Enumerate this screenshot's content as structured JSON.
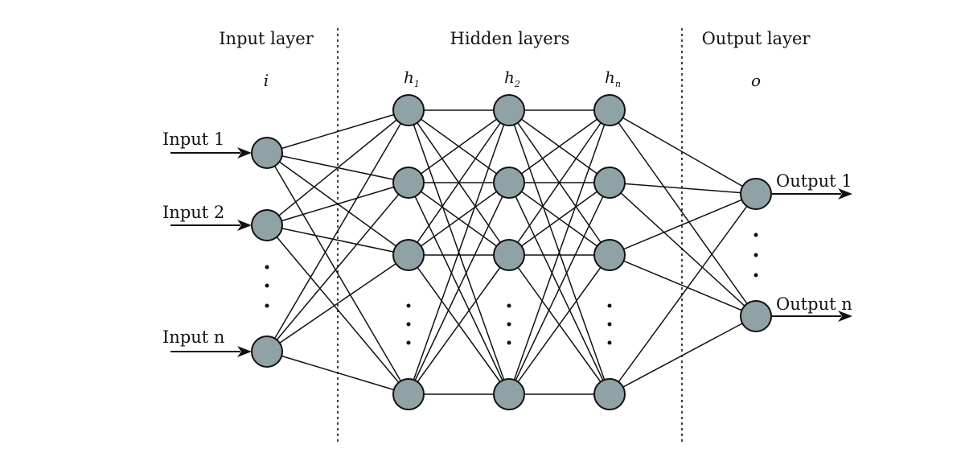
{
  "colors": {
    "node_fill": "#8fa2a6",
    "stroke": "#111111"
  },
  "layers": {
    "input": {
      "title": "Input layer",
      "symbol": "i"
    },
    "hidden": {
      "title": "Hidden layers",
      "symbols": [
        {
          "base": "h",
          "sub": "1"
        },
        {
          "base": "h",
          "sub": "2"
        },
        {
          "base": "h",
          "sub": "n"
        }
      ]
    },
    "output": {
      "title": "Output layer",
      "symbol": "o"
    }
  },
  "inputs": [
    "Input 1",
    "Input 2",
    "Input n"
  ],
  "outputs": [
    "Output 1",
    "Output n"
  ]
}
